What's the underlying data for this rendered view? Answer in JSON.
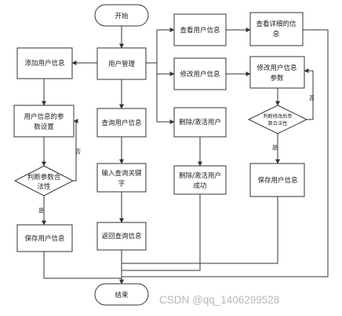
{
  "diagram": {
    "nodes": {
      "start": "开始",
      "user_mgmt": "用户管理",
      "add_user": "添加用户信息",
      "param_setting": [
        "用户信息的参",
        "数设置"
      ],
      "judge_param": [
        "判断参数合",
        "法性"
      ],
      "save_left": "保存用户信息",
      "query_user": "查询用户信息",
      "input_keyword": [
        "输入查询关键",
        "字"
      ],
      "return_query": "返回查询信息",
      "view_user": "查看用户信息",
      "view_detail": [
        "查看详细的信",
        "息"
      ],
      "modify_user": "修改用户信息",
      "modify_params": [
        "修改用户信息",
        "参数"
      ],
      "judge_modify": [
        "判断修改后参",
        "数合法性"
      ],
      "save_right": "保存用户信息",
      "delete_user": "删除/激活用户",
      "delete_success": [
        "删除/激活用户",
        "成功"
      ],
      "end": "结束"
    },
    "edge_labels": {
      "yes": "是",
      "no": "否"
    }
  },
  "watermark": "CSDN @qq_1406299528"
}
